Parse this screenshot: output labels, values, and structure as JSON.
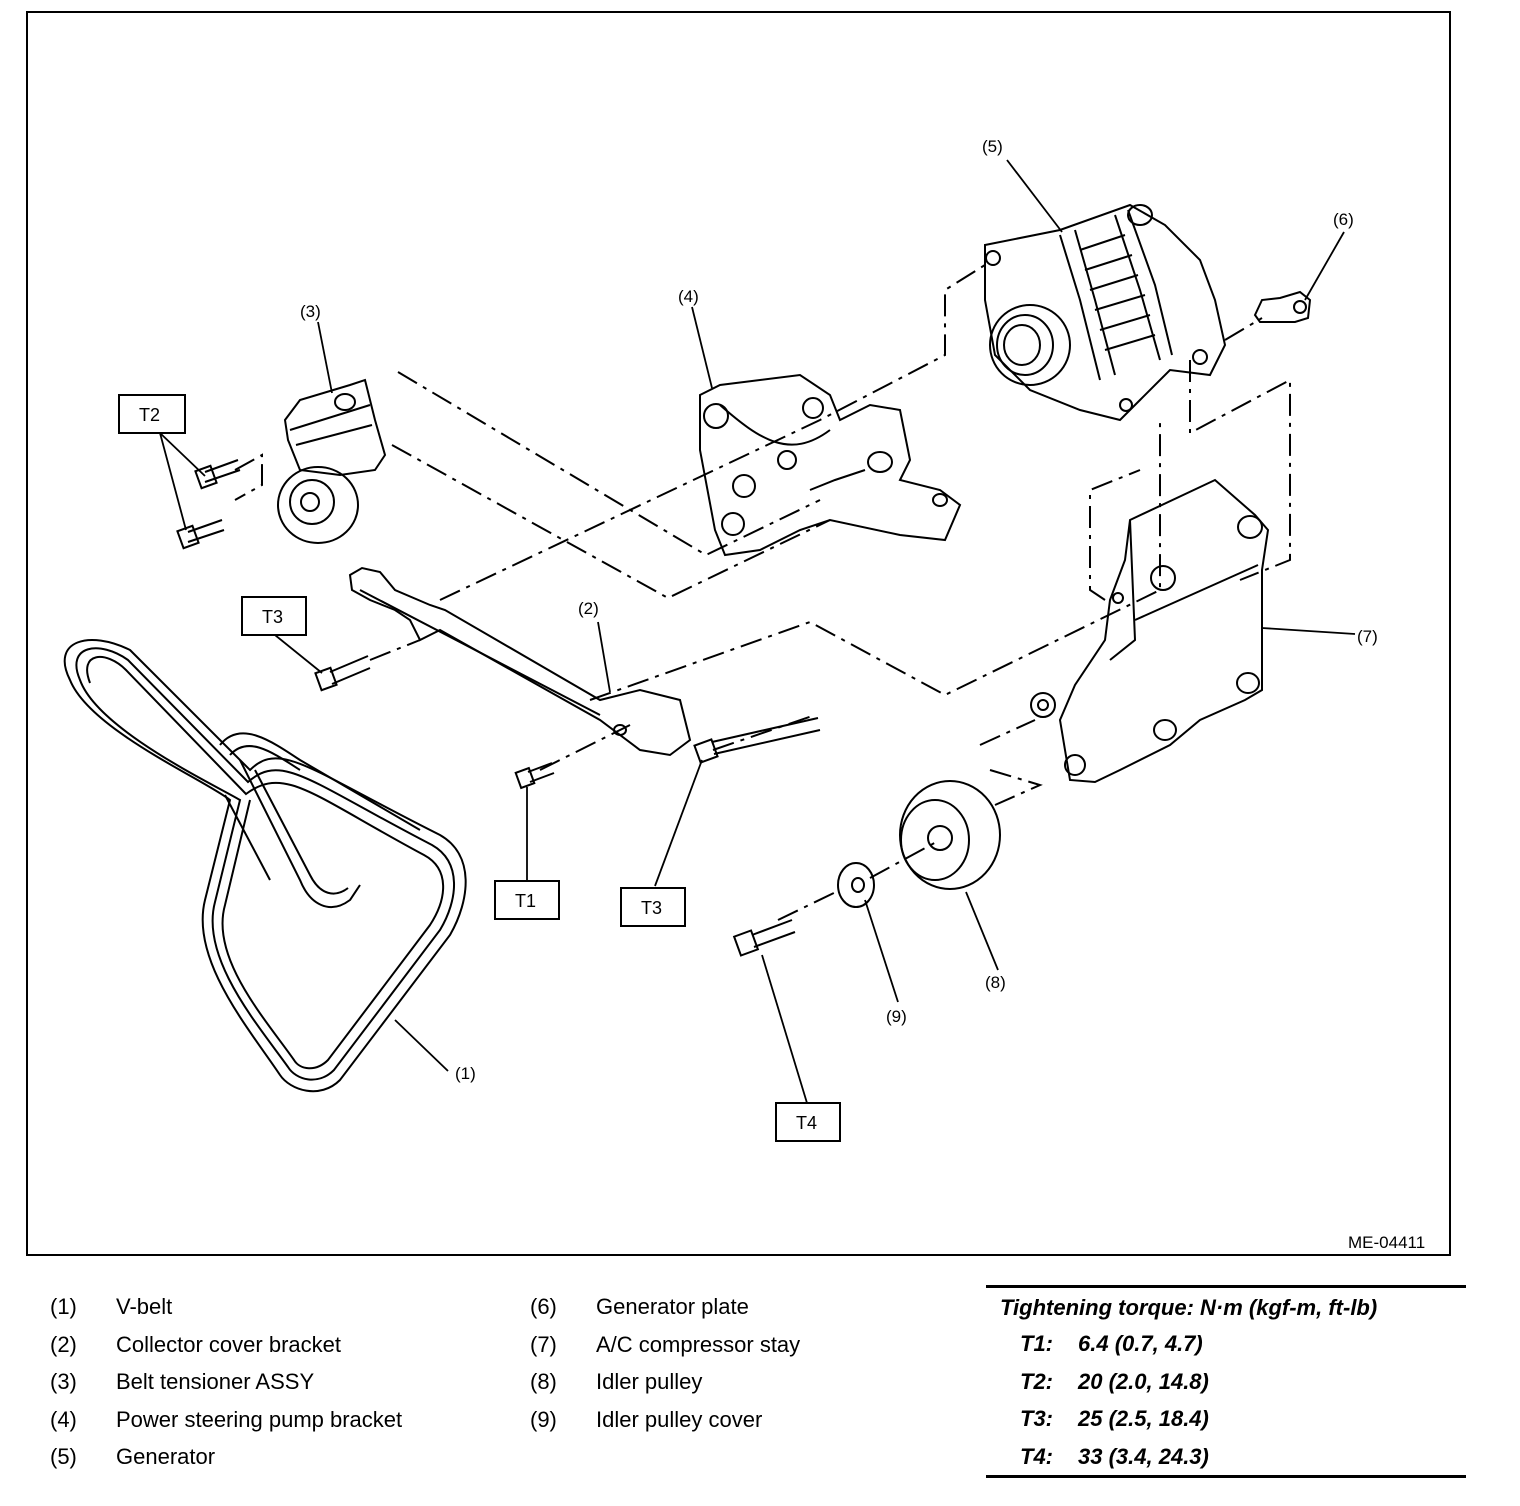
{
  "diagram": {
    "image_code": "ME-04411",
    "callouts": {
      "c1": "(1)",
      "c2": "(2)",
      "c3": "(3)",
      "c4": "(4)",
      "c5": "(5)",
      "c6": "(6)",
      "c7": "(7)",
      "c8": "(8)",
      "c9": "(9)"
    },
    "torque_tags": {
      "t2": "T2",
      "t3a": "T3",
      "t1": "T1",
      "t3b": "T3",
      "t4": "T4"
    }
  },
  "legend": {
    "items": [
      {
        "num": "(1)",
        "name": "V-belt"
      },
      {
        "num": "(2)",
        "name": "Collector cover bracket"
      },
      {
        "num": "(3)",
        "name": "Belt tensioner ASSY"
      },
      {
        "num": "(4)",
        "name": "Power steering pump bracket"
      },
      {
        "num": "(5)",
        "name": "Generator"
      },
      {
        "num": "(6)",
        "name": "Generator plate"
      },
      {
        "num": "(7)",
        "name": "A/C compressor stay"
      },
      {
        "num": "(8)",
        "name": "Idler pulley"
      },
      {
        "num": "(9)",
        "name": "Idler pulley cover"
      }
    ]
  },
  "torque": {
    "title": "Tightening torque: N·m (kgf-m, ft-lb)",
    "rows": [
      {
        "id": "T1:",
        "value": "6.4 (0.7, 4.7)"
      },
      {
        "id": "T2:",
        "value": "20 (2.0, 14.8)"
      },
      {
        "id": "T3:",
        "value": "25 (2.5, 18.4)"
      },
      {
        "id": "T4:",
        "value": "33 (3.4, 24.3)"
      }
    ]
  }
}
